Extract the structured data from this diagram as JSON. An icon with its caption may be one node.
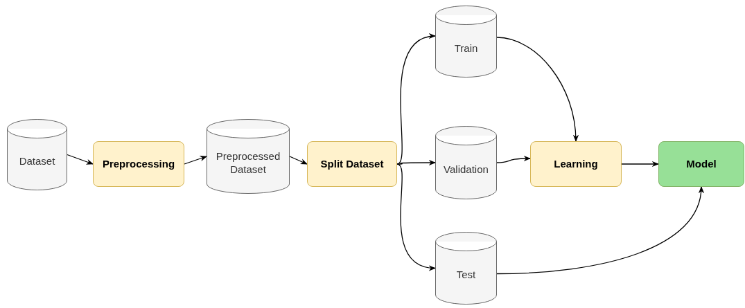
{
  "diagram": {
    "nodes": [
      {
        "text": [
          "Dataset"
        ]
      },
      {
        "text": [
          "Preprocessing"
        ]
      },
      {
        "text": [
          "Preprocessed Dataset"
        ]
      },
      {
        "text": [
          "Split Dataset"
        ]
      },
      {
        "text": [
          "Train"
        ]
      },
      {
        "text": [
          "Validation"
        ]
      },
      {
        "text": [
          "Test"
        ]
      },
      {
        "text": [
          "Learning"
        ]
      },
      {
        "text": [
          "Model"
        ]
      }
    ],
    "edges": [
      {
        "from": 0,
        "to": 1,
        "arrow": "to"
      },
      {
        "from": 1,
        "to": 2,
        "arrow": "to"
      },
      {
        "from": 2,
        "to": 3,
        "arrow": "to"
      },
      {
        "from": 3,
        "to": 4,
        "arrow": "to"
      },
      {
        "from": 3,
        "to": 5,
        "arrow": "to"
      },
      {
        "from": 3,
        "to": 6,
        "arrow": "to"
      },
      {
        "from": 4,
        "to": 7,
        "arrow": "to"
      },
      {
        "from": 5,
        "to": 7,
        "arrow": "to"
      },
      {
        "from": 7,
        "to": 8,
        "arrow": "to"
      },
      {
        "from": 6,
        "to": 8,
        "arrow": "to"
      }
    ]
  }
}
